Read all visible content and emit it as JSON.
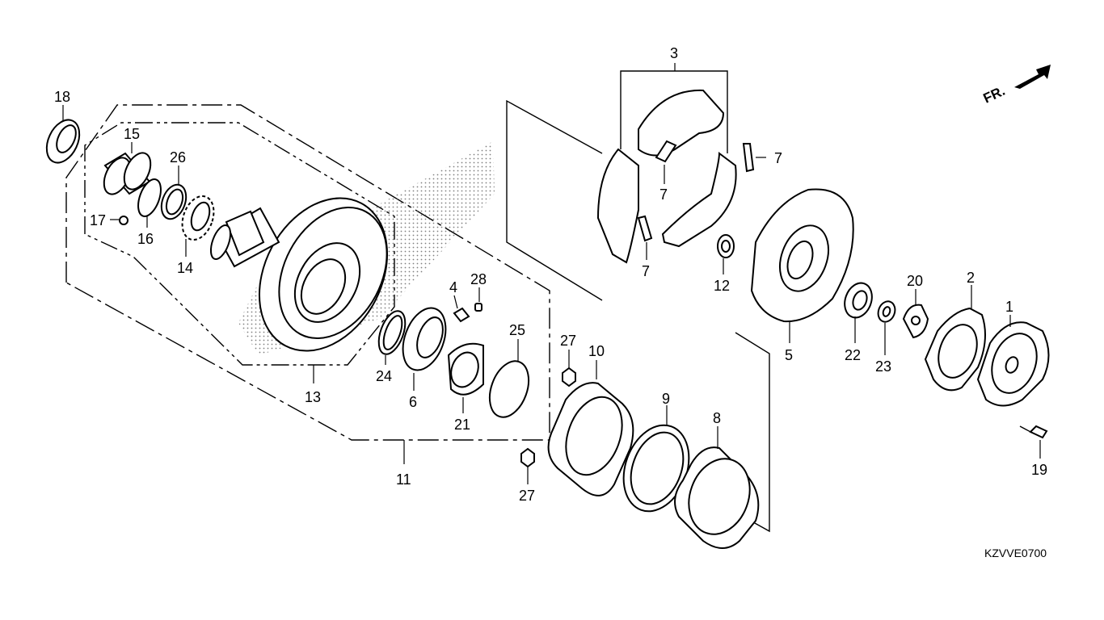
{
  "diagram": {
    "code": "KZVVE0700",
    "direction_label": "FR.",
    "callouts": {
      "p1": "1",
      "p2": "2",
      "p3": "3",
      "p4": "4",
      "p5": "5",
      "p6": "6",
      "p7a": "7",
      "p7b": "7",
      "p7c": "7",
      "p8": "8",
      "p9": "9",
      "p10": "10",
      "p11": "11",
      "p12": "12",
      "p13": "13",
      "p14": "14",
      "p15": "15",
      "p16": "16",
      "p17": "17",
      "p18": "18",
      "p19": "19",
      "p20": "20",
      "p21": "21",
      "p22": "22",
      "p23": "23",
      "p24": "24",
      "p25": "25",
      "p26": "26",
      "p27a": "27",
      "p27b": "27",
      "p28": "28"
    }
  }
}
